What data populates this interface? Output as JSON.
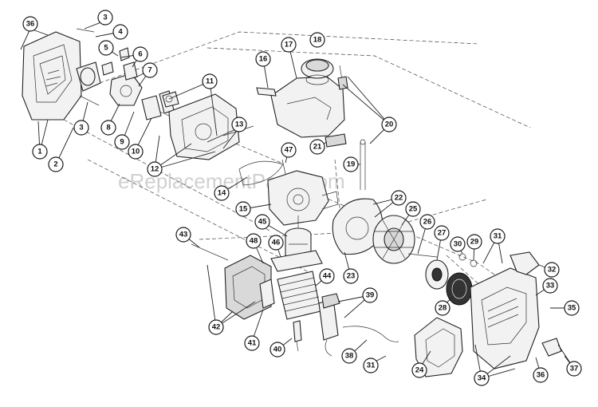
{
  "watermark": "eReplacementParts.com",
  "callouts": [
    "36",
    "3",
    "4",
    "5",
    "6",
    "7",
    "1",
    "2",
    "3",
    "8",
    "9",
    "10",
    "11",
    "12",
    "13",
    "16",
    "17",
    "18",
    "20",
    "21",
    "47",
    "19",
    "14",
    "15",
    "22",
    "25",
    "26",
    "45",
    "23",
    "27",
    "30",
    "29",
    "31",
    "32",
    "33",
    "43",
    "48",
    "46",
    "44",
    "39",
    "42",
    "41",
    "40",
    "38",
    "31",
    "24",
    "28",
    "35",
    "34",
    "36",
    "37"
  ]
}
